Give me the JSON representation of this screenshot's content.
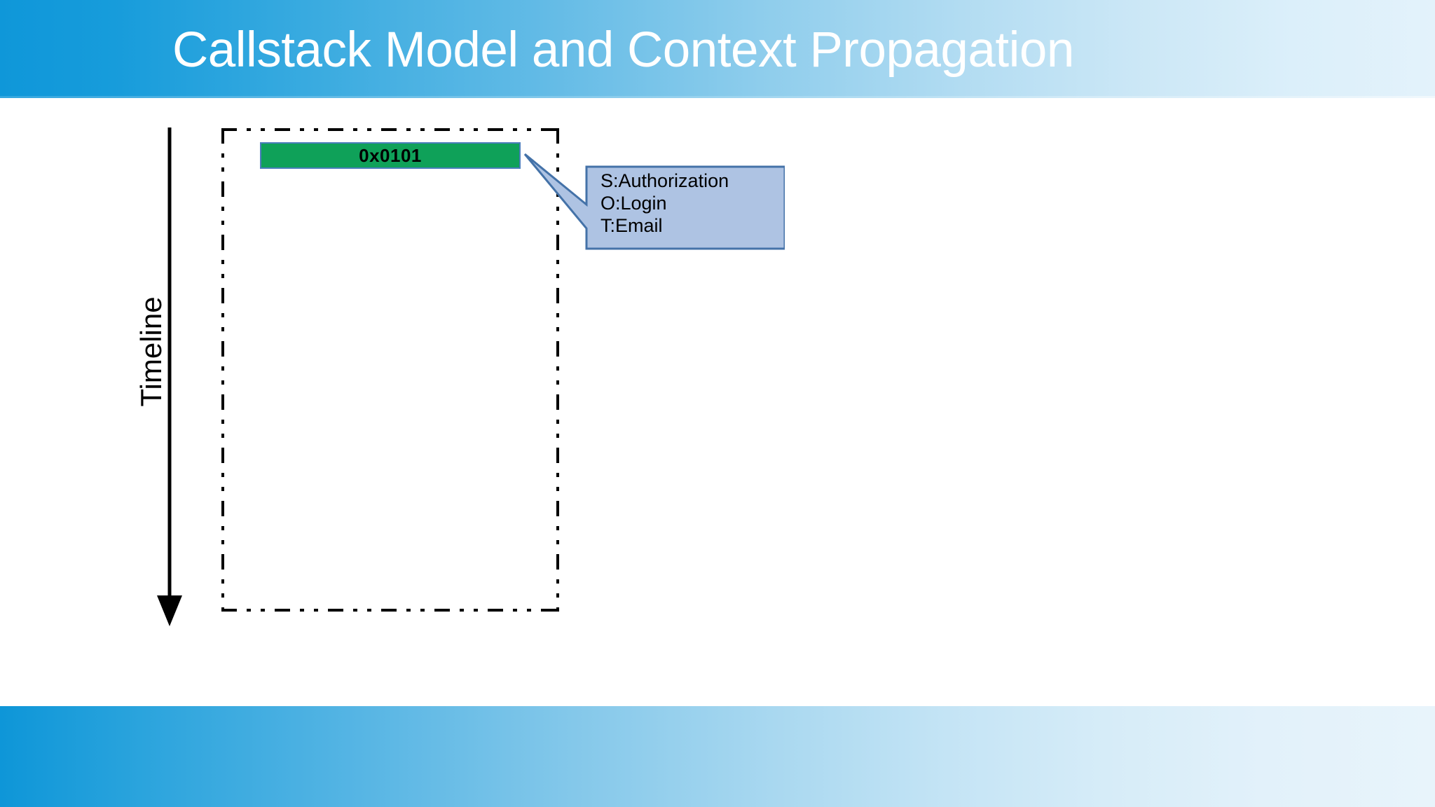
{
  "slide": {
    "title": "Callstack Model and Context Propagation",
    "background_color": "#ffffff",
    "header_gradient_from": "#0f97d9",
    "header_gradient_to": "#e3f2fb",
    "footer_gradient_from": "#0e96d8",
    "footer_gradient_to": "#e8f4fb",
    "title_color": "#ffffff"
  },
  "timeline": {
    "label": "Timeline",
    "direction": "downward",
    "axis_color": "#000000"
  },
  "callstack": {
    "frame_border_style": "dash-dot",
    "frame_border_color": "#000000",
    "frames": [
      {
        "id": "0x0101",
        "label": "0x0101",
        "fill_color": "#0fa159",
        "border_color": "#4a7ebb",
        "text_color": "#000000"
      }
    ]
  },
  "callout": {
    "fill_color": "#aec3e3",
    "border_color": "#4472a8",
    "text_color": "#000000",
    "lines": [
      "S:Authorization",
      "O:Login",
      "T:Email"
    ],
    "line_0": "S:Authorization",
    "line_1": "O:Login",
    "line_2": "T:Email"
  }
}
